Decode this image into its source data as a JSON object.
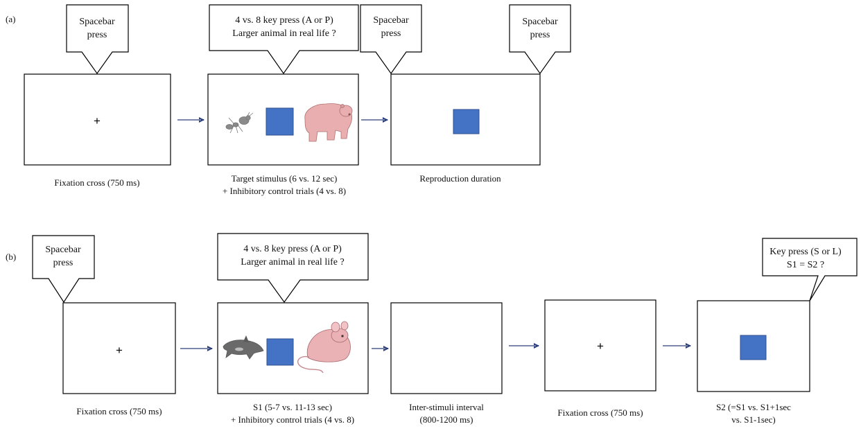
{
  "panel_a": {
    "tag": "(a)",
    "callouts": {
      "fixation": [
        "Spacebar",
        "press"
      ],
      "target": [
        "4 vs. 8 key press (A or P)",
        "Larger animal in real life ?"
      ],
      "repro_start": [
        "Spacebar",
        "press"
      ],
      "repro_end": [
        "Spacebar",
        "press"
      ]
    },
    "screens": {
      "fixation": {
        "symbol": "+",
        "caption": [
          "Fixation cross (750 ms)"
        ]
      },
      "target": {
        "caption": [
          "Target stimulus (6 vs. 12 sec)",
          "+ Inhibitory control trials (4 vs. 8)"
        ],
        "animals": [
          "ant-image",
          "bear-image"
        ]
      },
      "reproduction": {
        "caption": [
          "Reproduction duration"
        ]
      }
    }
  },
  "panel_b": {
    "tag": "(b)",
    "callouts": {
      "fixation": [
        "Spacebar",
        "press"
      ],
      "s1": [
        "4 vs. 8 key press (A or P)",
        "Larger animal in real life ?"
      ],
      "s2": [
        "Key press (S or L)",
        "S1 = S2 ?"
      ]
    },
    "screens": {
      "fixation1": {
        "symbol": "+",
        "caption": [
          "Fixation cross (750 ms)"
        ]
      },
      "s1": {
        "caption": [
          "S1 (5-7 vs. 11-13 sec)",
          "+ Inhibitory control trials (4 vs. 8)"
        ],
        "animals": [
          "orca-image",
          "mouse-image"
        ]
      },
      "isi": {
        "caption": [
          "Inter-stimuli interval",
          "(800-1200 ms)"
        ]
      },
      "fixation2": {
        "symbol": "+",
        "caption": [
          "Fixation cross (750 ms)"
        ]
      },
      "s2": {
        "caption": [
          "S2 (=S1 vs. S1+1sec",
          "vs. S1-1sec)"
        ]
      }
    }
  },
  "colors": {
    "stimulus_square": "#4472c4",
    "stimulus_square_border": "#2f528f",
    "arrow": "#2b3f7a"
  }
}
